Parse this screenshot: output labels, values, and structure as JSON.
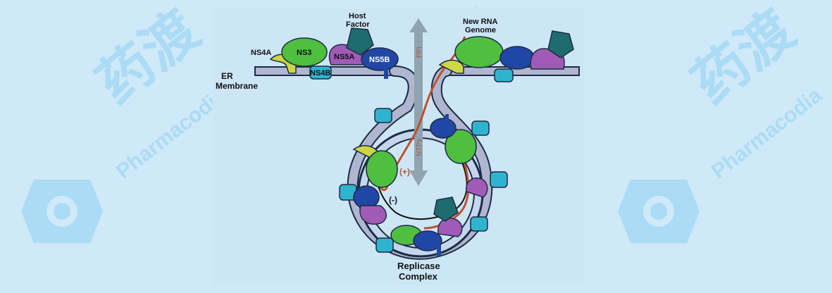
{
  "watermark": {
    "brand_cn": "药渡",
    "brand_en": "Pharmacodia",
    "color": "#8fd0f2"
  },
  "labels": {
    "ns4a": "NS4A",
    "ns3": "NS3",
    "ns4b": "NS4B",
    "ns5a": "NS5A",
    "ns5b": "NS5B",
    "host_factor_line1": "Host",
    "host_factor_line2": "Factor",
    "er_line1": "ER",
    "er_line2": "Membrane",
    "new_rna_line1": "New RNA",
    "new_rna_line2": "Genome",
    "ppi": "PPi",
    "ntps": "NTPs",
    "plus_strand": "(+)",
    "minus_strand": "(-)",
    "replicase_line1": "Replicase",
    "replicase_line2": "Complex"
  },
  "colors": {
    "membrane": "#aeb7cf",
    "membrane_edge": "#1e2b44",
    "ns3": "#4fbf3f",
    "ns4a": "#cfd646",
    "ns4b": "#2fb3cf",
    "ns5a": "#a05bb6",
    "ns5b": "#2147a6",
    "host_factor": "#1e6c6e",
    "rna": "#c0512c",
    "arrow": "#8fa3b0"
  }
}
